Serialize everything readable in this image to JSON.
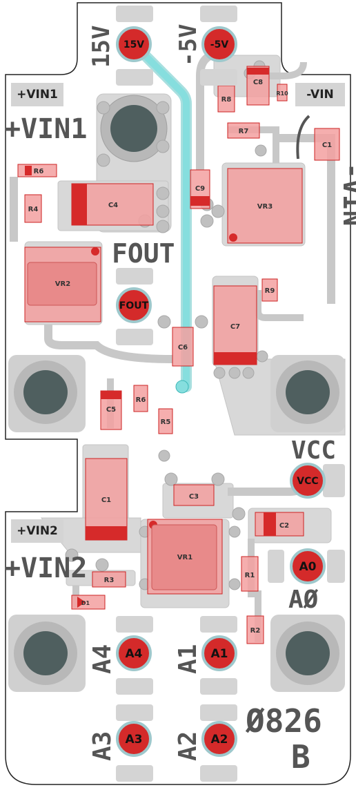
{
  "board": {
    "silkscreen": {
      "v15": "15V",
      "vm5": "-5V",
      "vin1_plus": "+VIN1",
      "vin_minus": "-VIN",
      "fout": "FOUT",
      "vcc": "VCC",
      "vin2_plus": "+VIN2",
      "a0": "AØ",
      "a4": "A4",
      "a1": "A1",
      "a3": "A3",
      "a2": "A2",
      "part_no": "Ø826",
      "rev": "B"
    },
    "label_boxes": {
      "vin1": "+VIN1",
      "vin_minus": "-VIN",
      "vin2": "+VIN2"
    },
    "pads": {
      "v15": "15V",
      "vm5": "-5V",
      "fout": "FOUT",
      "vcc": "VCC",
      "a0": "A0",
      "a4": "A4",
      "a1": "A1",
      "a3": "A3",
      "a2": "A2"
    },
    "components": {
      "c8": "C8",
      "r10": "R10",
      "r8": "R8",
      "r7": "R7",
      "c1_top": "C1",
      "r6_top": "R6",
      "r4": "R4",
      "c4": "C4",
      "c9": "C9",
      "vr3": "VR3",
      "vr2": "VR2",
      "r9": "R9",
      "c7": "C7",
      "c6": "C6",
      "c5": "C5",
      "r6": "R6",
      "r5": "R5",
      "c1": "C1",
      "c3": "C3",
      "c2": "C2",
      "vr1": "VR1",
      "r1": "R1",
      "r3": "R3",
      "d1": "D1",
      "r2": "R2"
    }
  }
}
